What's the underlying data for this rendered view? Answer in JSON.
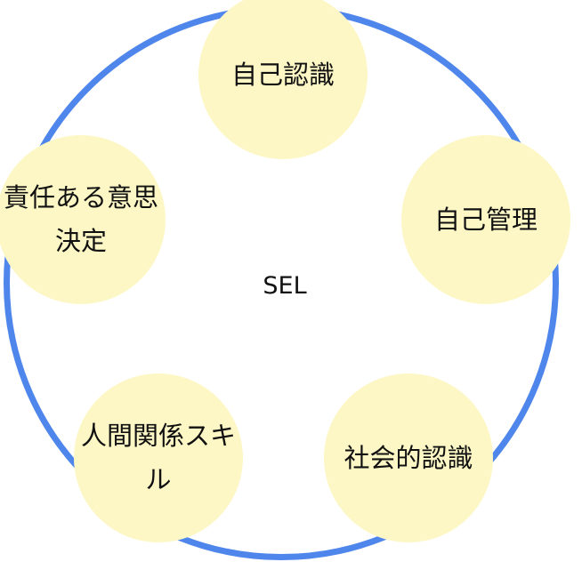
{
  "diagram": {
    "center": "SEL",
    "nodes": [
      {
        "label": "自己認識"
      },
      {
        "label": "自己管理"
      },
      {
        "label": "社会的認識"
      },
      {
        "label": "人間関係スキ\nル"
      },
      {
        "label": "責任ある意思\n決定"
      }
    ]
  },
  "colors": {
    "ring": "#4f86ec",
    "node_fill": "#fdf7c6",
    "text": "#111111"
  }
}
